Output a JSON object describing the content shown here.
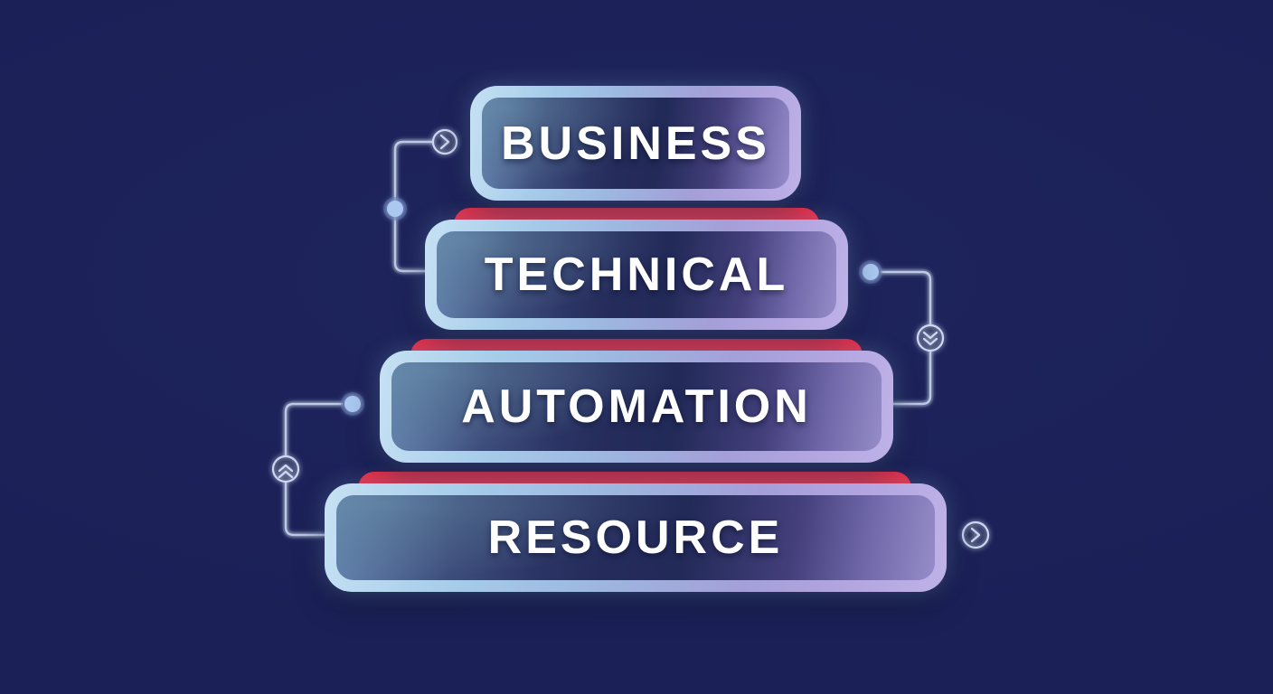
{
  "pyramid": {
    "levels": [
      {
        "label": "BUSINESS"
      },
      {
        "label": "TECHNICAL"
      },
      {
        "label": "AUTOMATION"
      },
      {
        "label": "RESOURCE"
      }
    ]
  },
  "colors": {
    "background": "#1b2157",
    "accent_red": "#ef2d46",
    "bar_border_light_blue": "#a6cdea",
    "bar_border_lavender": "#b7a9e3",
    "bar_fill_dark": "#232a58",
    "bar_fill_slate": "#5e7da4",
    "bar_fill_purple": "#9186c7",
    "connector": "#ccd9f0",
    "text": "#ffffff"
  },
  "icons": {
    "top_left": "arrow-right-circle",
    "mid_right": "double-chevron-down-circle",
    "mid_left": "double-chevron-up-circle",
    "bottom_right": "arrow-right-circle"
  }
}
